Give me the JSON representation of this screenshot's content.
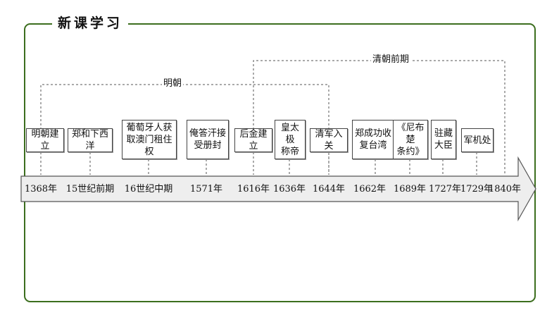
{
  "header": {
    "title": "新课学习"
  },
  "periods": {
    "ming": {
      "label": "明朝"
    },
    "qing": {
      "label": "清朝前期"
    }
  },
  "events": [
    {
      "label": "明朝建立"
    },
    {
      "label": "郑和下西洋"
    },
    {
      "label": "葡萄牙人获\n取澳门租住权"
    },
    {
      "label": "俺答汗接\n受册封"
    },
    {
      "label": "后金建立"
    },
    {
      "label": "皇太极\n称帝"
    },
    {
      "label": "清军入关"
    },
    {
      "label": "郑成功收\n复台湾"
    },
    {
      "label": "《尼布楚\n条约》"
    },
    {
      "label": "驻藏\n大臣"
    },
    {
      "label": "军机处"
    }
  ],
  "years": [
    {
      "label": "1368年"
    },
    {
      "label": "15世纪前期"
    },
    {
      "label": "16世纪中期"
    },
    {
      "label": "1571年"
    },
    {
      "label": "1616年"
    },
    {
      "label": "1636年"
    },
    {
      "label": "1644年"
    },
    {
      "label": "1662年"
    },
    {
      "label": "1689年"
    },
    {
      "label": "1727年"
    },
    {
      "label": "1729年"
    },
    {
      "label": "1840年"
    }
  ],
  "colors": {
    "frame": "#3c6e1e",
    "arrow_fill": "#eeeeee",
    "arrow_stroke": "#555555"
  }
}
